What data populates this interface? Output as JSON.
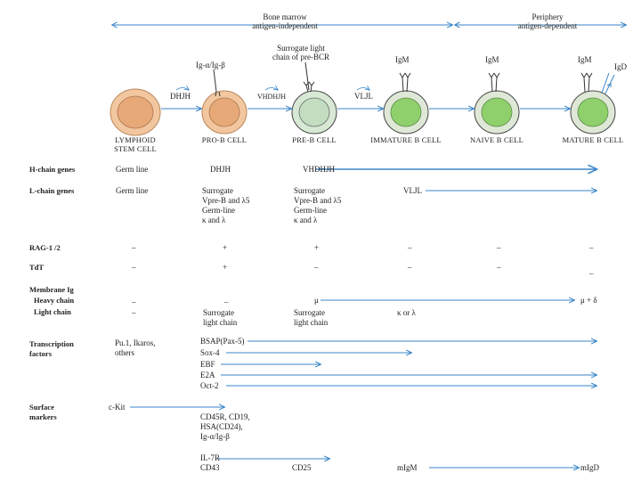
{
  "header": {
    "left": "Bone marrow\nantigen-independent",
    "right": "Periphery\nantigen-dependent"
  },
  "annotations": {
    "ig_ab": "Ig-α/Ig-β",
    "surrogate": "Surrogate light\nchain of pre-BCR",
    "igm1": "IgM",
    "igm2": "IgM",
    "igm3": "IgM",
    "igd": "IgD"
  },
  "transitions": {
    "t1": "DHJH",
    "t2": "VHDHJH",
    "t3": "VLJL"
  },
  "cells": [
    "LYMPHOID\nSTEM CELL",
    "PRO-B CELL",
    "PRE-B CELL",
    "IMMATURE B CELL",
    "NAIVE B CELL",
    "MATURE B CELL"
  ],
  "row_labels": {
    "h_chain": "H-chain genes",
    "l_chain": "L-chain genes",
    "rag": "RAG-1 /2",
    "tdt": "TdT",
    "membrane_ig": "Membrane Ig",
    "heavy": "Heavy chain",
    "light": "Light chain",
    "tf": "Transcription\nfactors",
    "surface": "Surface\nmarkers"
  },
  "rows": {
    "h_germ": "Germ line",
    "h_dj": "DHJH",
    "h_vdj": "VHDHJH",
    "l_germ": "Germ line",
    "l_pro": "Surrogate\nVpre-B and λ5\nGerm-line\nκ and λ",
    "l_pre": "Surrogate\nVpre-B and λ5\nGerm-line\nκ and λ",
    "l_vj": "VLJL",
    "rag": [
      "–",
      "+",
      "+",
      "–",
      "–",
      "–"
    ],
    "tdt": [
      "–",
      "+",
      "–",
      "–",
      "–",
      "–"
    ],
    "heavy_stem": "–",
    "heavy_pro": "–",
    "heavy_mu": "μ",
    "heavy_mud": "μ + δ",
    "light_stem": "–",
    "light_pro": "Surrogate\nlight chain",
    "light_pre": "Surrogate\nlight chain",
    "light_kl": "κ or λ",
    "tf_stem": "Pu.1, Ikaros,\nothers",
    "tf_bsap": "BSAP(Pax-5)",
    "tf_sox4": "Sox-4",
    "tf_ebf": "EBF",
    "tf_e2a": "E2A",
    "tf_oct2": "Oct-2",
    "sm_ckit": "c-Kit",
    "sm_cd45": "CD45R, CD19,\nHSA(CD24),\nIg-α/Ig-β",
    "sm_il7r": "IL-7R",
    "sm_cd43": "CD43",
    "sm_cd25": "CD25",
    "sm_migm": "mIgM",
    "sm_migd": "mIgD"
  },
  "colors": {
    "arrow": "#3a86c8",
    "stem_outer": "#f2c7a0",
    "stem_inner": "#e8a978",
    "stem_border": "#b8875e",
    "pre_outer": "#d7e9d4",
    "pre_inner": "#c2ddc0",
    "mature_outer": "#dfe8d7",
    "mature_inner": "#8fd06c",
    "cell_border": "#4a4a4a"
  }
}
